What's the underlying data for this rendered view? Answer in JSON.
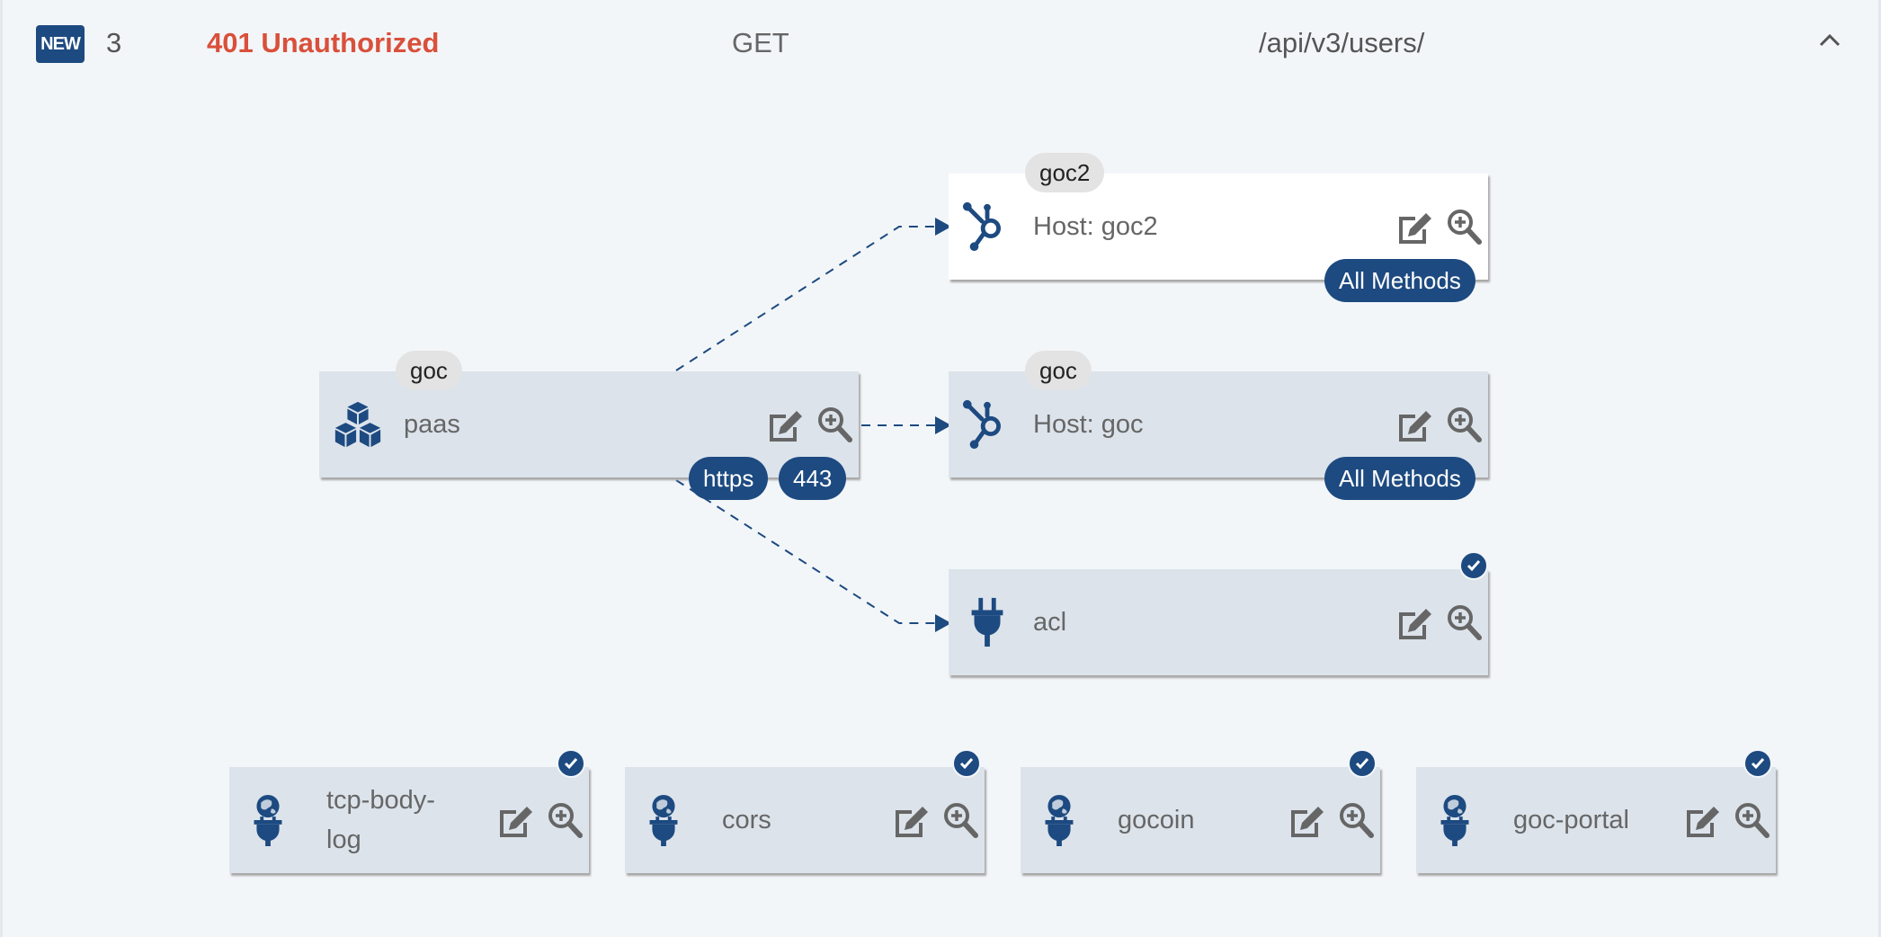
{
  "header": {
    "new_badge": "NEW",
    "count": "3",
    "status": "401 Unauthorized",
    "method": "GET",
    "path": "/api/v3/users/"
  },
  "service": {
    "tag": "goc",
    "name": "paas",
    "protocol": "https",
    "port": "443"
  },
  "routes": [
    {
      "tag": "goc2",
      "label": "Host: goc2",
      "methods": "All Methods"
    },
    {
      "tag": "goc",
      "label": "Host: goc",
      "methods": "All Methods"
    }
  ],
  "plugin": {
    "label": "acl"
  },
  "global_plugins": [
    {
      "label": "tcp-body-log"
    },
    {
      "label": "cors"
    },
    {
      "label": "gocoin"
    },
    {
      "label": "goc-portal"
    }
  ],
  "colors": {
    "accent": "#1d4a80",
    "status_error": "#d9503b",
    "node_bg": "#dce3eb",
    "page_bg": "#f3f6f9"
  }
}
